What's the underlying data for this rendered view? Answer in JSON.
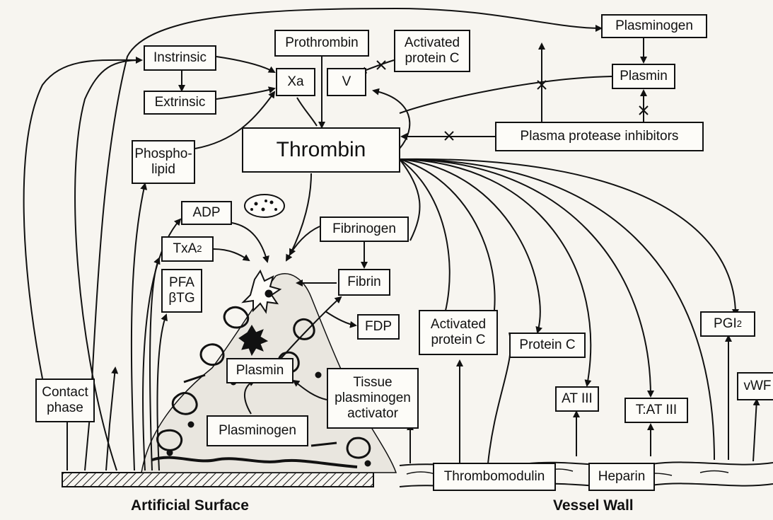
{
  "boxes": {
    "plasminogen_top": "Plasminogen",
    "plasmin_top": "Plasmin",
    "plasma_protease_inhibitors": "Plasma protease inhibitors",
    "prothrombin": "Prothrombin",
    "activated_protein_c_top": "Activated\nprotein C",
    "instrinsic": "Instrinsic",
    "extrinsic": "Extrinsic",
    "xa": "Xa",
    "v": "V",
    "thrombin": "Thrombin",
    "phospholipid": "Phospho-\nlipid",
    "adp": "ADP",
    "fibrinogen": "Fibrinogen",
    "txa2_base": "TxA",
    "txa2_sub": "2",
    "fibrin": "Fibrin",
    "pfa_btg": "PFA\nβTG",
    "fdp": "FDP",
    "activated_protein_c_mid": "Activated\nprotein C",
    "protein_c": "Protein C",
    "pgi2_base": "PGI",
    "pgi2_sub": "2",
    "plasmin_mid": "Plasmin",
    "tissue_plasminogen_activator": "Tissue\nplasminogen\nactivator",
    "at_iii": "AT III",
    "t_at_iii": "T:AT III",
    "vwf": "vWF",
    "contact_phase": "Contact\nphase",
    "plasminogen_bottom": "Plasminogen",
    "thrombomodulin": "Thrombomodulin",
    "heparin": "Heparin"
  },
  "captions": {
    "artificial_surface": "Artificial Surface",
    "vessel_wall": "Vessel Wall"
  },
  "colors": {
    "ink": "#111111",
    "paper": "#f7f5f0"
  }
}
